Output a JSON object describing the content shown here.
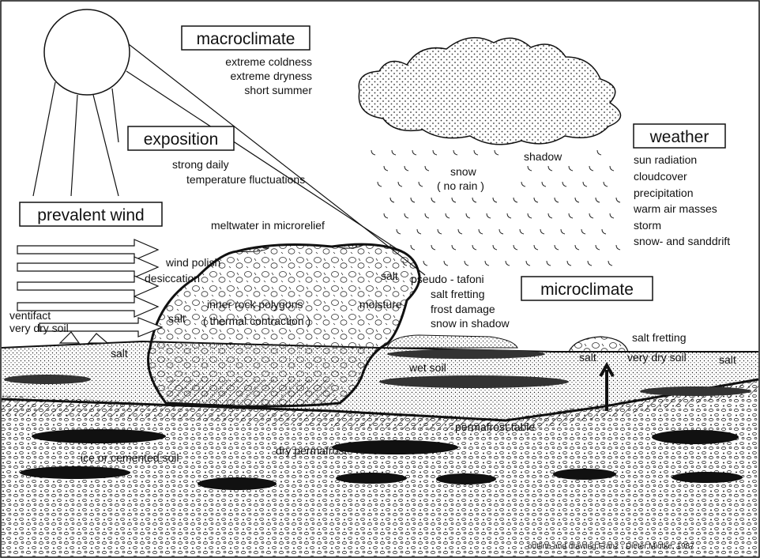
{
  "boxes": {
    "macroclimate": "macroclimate",
    "exposition": "exposition",
    "prevalent_wind": "prevalent wind",
    "weather": "weather",
    "microclimate": "microclimate"
  },
  "macroclimate_items": [
    "extreme coldness",
    "extreme dryness",
    "short summer"
  ],
  "exposition_items": [
    "strong daily",
    "temperature fluctuations"
  ],
  "weather_items": [
    "sun radiation",
    "cloudcover",
    "precipitation",
    "warm air masses",
    "storm",
    "snow- and sanddrift"
  ],
  "labels": {
    "shadow": "shadow",
    "snow": "snow",
    "no_rain": "( no rain )",
    "meltwater": "meltwater in microrelief",
    "wind_polish": "wind polish",
    "desiccation": "desiccation",
    "ventifact": "ventifact",
    "very_dry_soil_left": "very dry soil",
    "salt_left_boulder": "salt",
    "salt_ground": "salt",
    "inner_rock": "inner rock polygons",
    "thermal": "( thermal contraction )",
    "salt_top": "salt",
    "moisture": "moisture",
    "pseudo_tafoni": "pseudo - tafoni",
    "salt_fretting_1": "salt fretting",
    "frost_damage": "frost damage",
    "snow_in_shadow": "snow in shadow",
    "salt_fretting_2": "salt fretting",
    "salt_right_1": "salt",
    "very_dry_soil_right": "very dry soil",
    "salt_right_2": "salt",
    "wet_soil": "wet soil",
    "permafrost_table": "permafrost table",
    "ice_cemented": "ice or cemented soil",
    "dry_permafrost": "dry permafrost",
    "credit": "outline and drawing  Franz - Dieter Miotke, 1987"
  }
}
